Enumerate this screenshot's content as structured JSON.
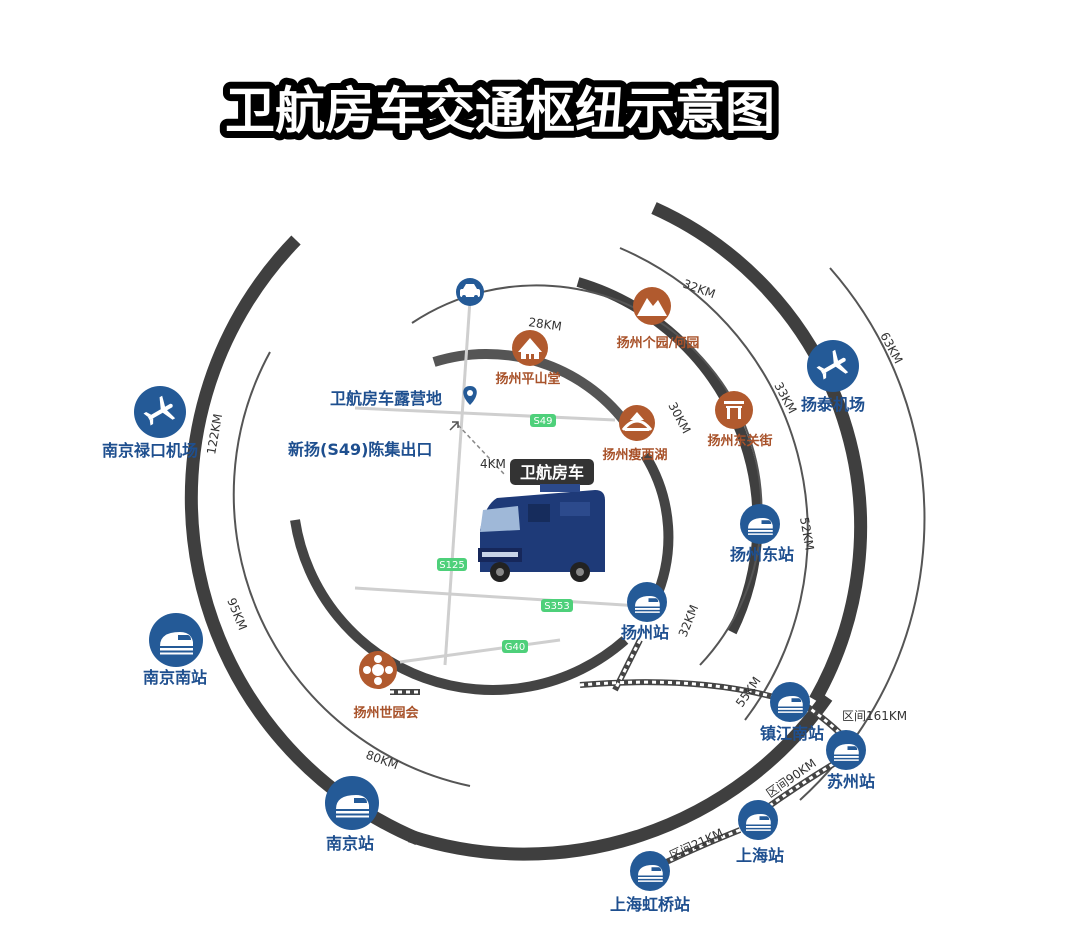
{
  "title": "卫航房车交通枢纽示意图",
  "center": {
    "label": "卫航房车",
    "camp": "卫航房车露营地",
    "exit": "新扬(S49)陈集出口",
    "exit_distance": "4KM"
  },
  "colors": {
    "blue_icon": "#245a97",
    "blue_text": "#1e4f8f",
    "brown_icon": "#b15a2e",
    "ring_dark": "#3f3f3f",
    "road_green": "#4ed07a"
  },
  "roads": [
    "S49",
    "S125",
    "S353",
    "G40"
  ],
  "nodes": {
    "nanjing_lukou": {
      "label": "南京禄口机场",
      "icon": "airplane-icon"
    },
    "yangtai": {
      "label": "扬泰机场",
      "icon": "airplane-icon"
    },
    "nanjing_south": {
      "label": "南京南站",
      "icon": "train-icon"
    },
    "nanjing": {
      "label": "南京站",
      "icon": "train-icon"
    },
    "yangzhou": {
      "label": "扬州站",
      "icon": "train-icon"
    },
    "yangzhou_east": {
      "label": "扬州东站",
      "icon": "train-icon"
    },
    "zhenjiang_south": {
      "label": "镇江南站",
      "icon": "train-icon"
    },
    "suzhou": {
      "label": "苏州站",
      "icon": "train-icon"
    },
    "shanghai": {
      "label": "上海站",
      "icon": "train-icon"
    },
    "shanghai_hongqiao": {
      "label": "上海虹桥站",
      "icon": "train-icon"
    },
    "pingshantang": {
      "label": "扬州平山堂",
      "icon": "temple-icon"
    },
    "slender_west_lake": {
      "label": "扬州瘦西湖",
      "icon": "bridge-icon"
    },
    "geyuan": {
      "label": "扬州个园/何园",
      "icon": "mountain-icon"
    },
    "dongguan": {
      "label": "扬州东关街",
      "icon": "gate-icon"
    },
    "expo": {
      "label": "扬州世园会",
      "icon": "flower-icon"
    }
  },
  "distances": {
    "d28": "28KM",
    "d32a": "32KM",
    "d63": "63KM",
    "d30": "30KM",
    "d33": "33KM",
    "d122": "122KM",
    "d52": "52KM",
    "d95": "95KM",
    "d32b": "32KM",
    "d55": "55KM",
    "d80": "80KM",
    "seg161": "区间161KM",
    "seg90": "区间90KM",
    "seg21": "区间21KM"
  }
}
